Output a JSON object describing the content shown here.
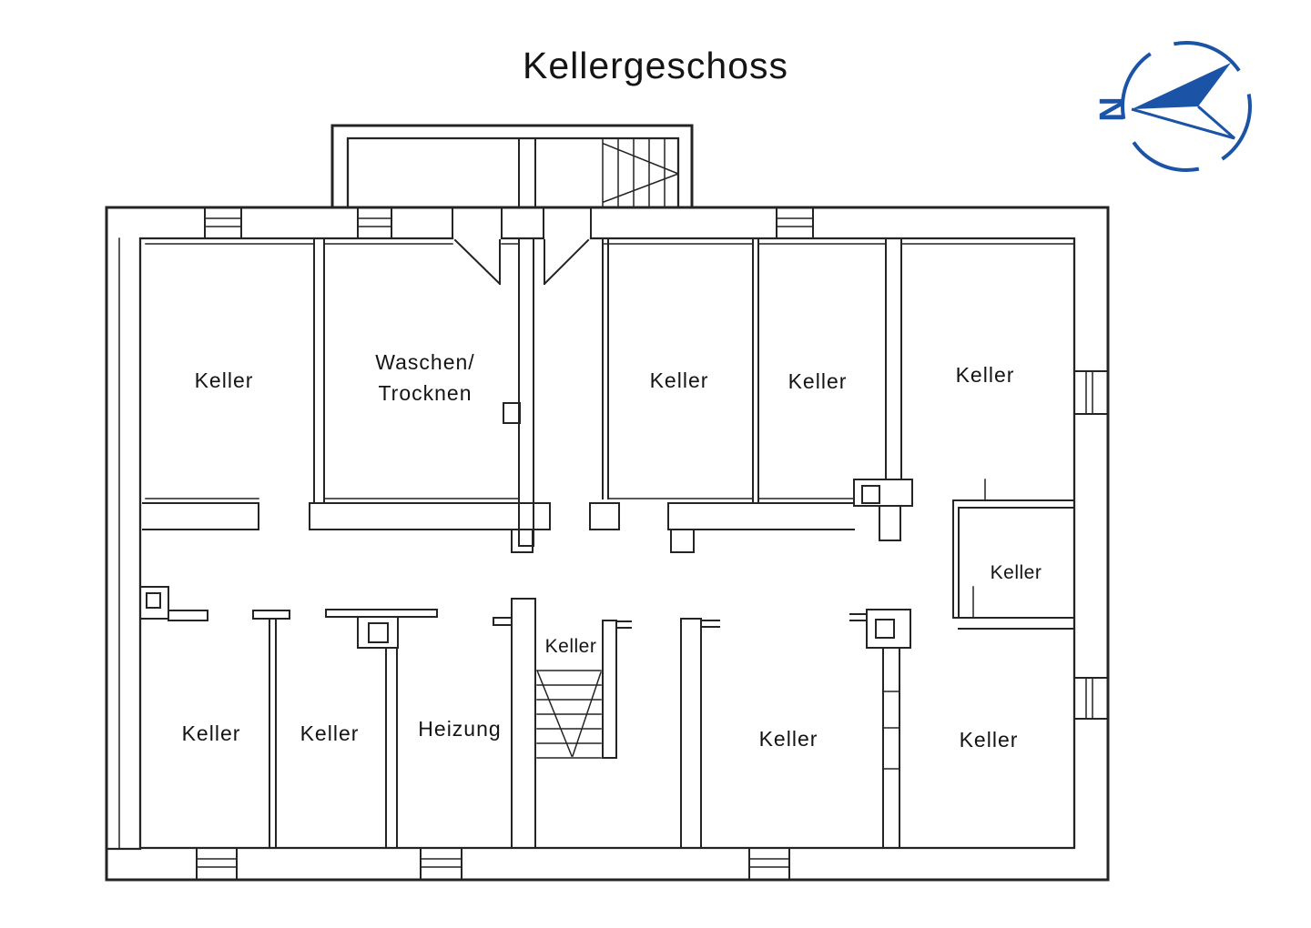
{
  "title": "Kellergeschoss",
  "compass": {
    "label": "N",
    "color": "#1b53a7"
  },
  "plan": {
    "line_color": "#242424",
    "text_color": "#141414",
    "rooms": {
      "keller_top_left": "Keller",
      "waschen_line1": "Waschen/",
      "waschen_line2": "Trocknen",
      "keller_top_mid_left": "Keller",
      "keller_top_mid_right": "Keller",
      "keller_top_right": "Keller",
      "keller_right_small": "Keller",
      "keller_bottom_left_1": "Keller",
      "keller_bottom_left_2": "Keller",
      "heizung": "Heizung",
      "keller_stairs": "Keller",
      "keller_bottom_right_1": "Keller",
      "keller_bottom_right_2": "Keller"
    }
  }
}
